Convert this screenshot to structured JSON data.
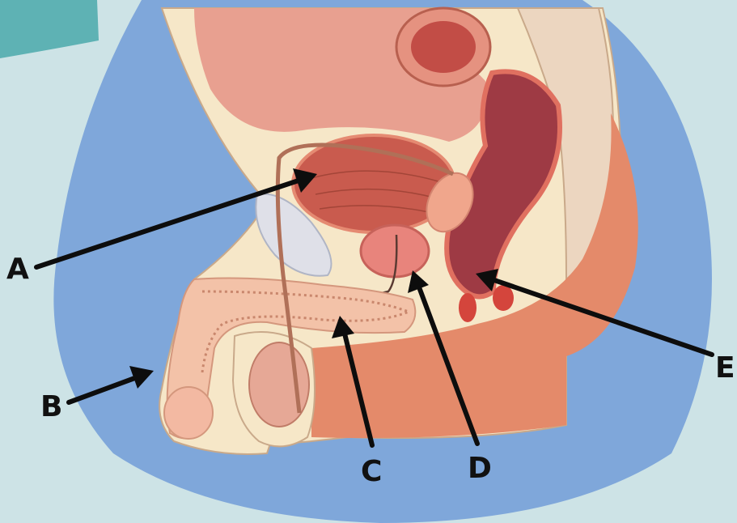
{
  "labels": {
    "a": "A",
    "b": "B",
    "c": "C",
    "d": "D",
    "e": "E"
  },
  "colors": {
    "background": "#cde3e6",
    "blob": "#7fa7da",
    "teal_tab": "#5eb2b4",
    "tissue": "#f6e7c8",
    "organ": "#e48a6a",
    "bladder": "#c95b4e",
    "rectum": "#9e3a44",
    "arrow": "#0d0d0d"
  }
}
